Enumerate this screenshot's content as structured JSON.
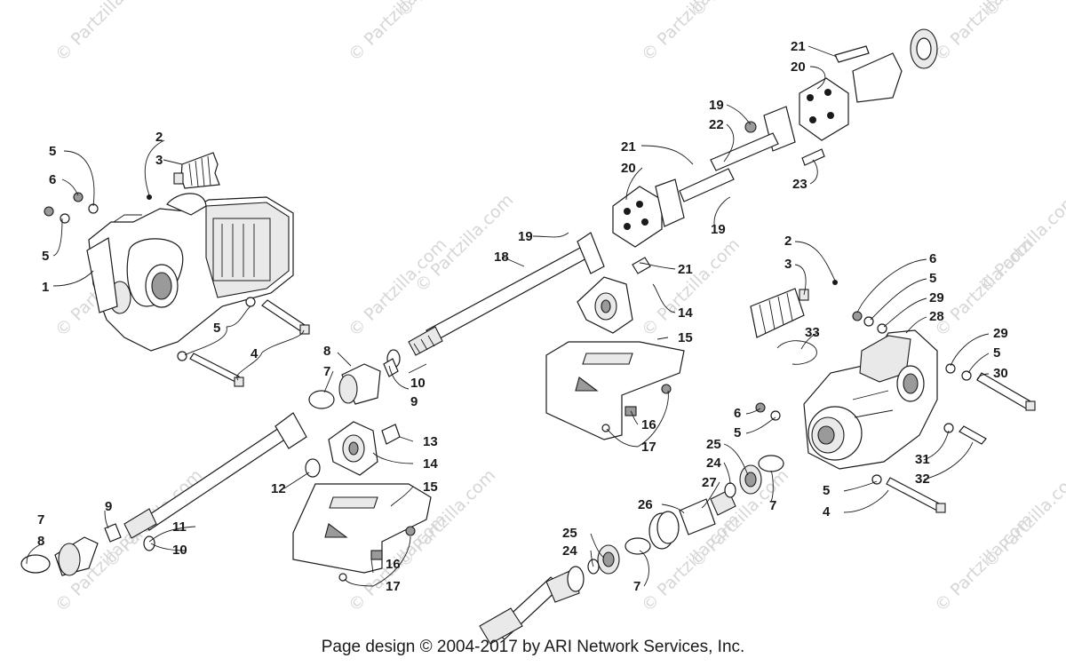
{
  "footer": "Page design © 2004-2017 by ARI Network Services, Inc.",
  "watermarks": [
    "© Partzilla.com",
    "© Partzilla.com",
    "© Partzilla.com",
    "© Partzilla.com",
    "© Partzilla.com",
    "© Partzilla.com",
    "© Partzilla.com",
    "© Partzilla.com",
    "© Partzilla.com",
    "© Partzilla.com",
    "© Partzilla.com",
    "© Partzilla.com",
    "© Partzilla.com",
    "© Partzilla.com",
    "© Partzilla.com",
    "© Partzilla.com",
    "© Partzilla.com",
    "© Partzilla.com",
    "© Partzilla.com",
    "© Partzilla.com",
    "© Partzilla.com",
    "© Partzilla.com"
  ],
  "callouts": [
    "5",
    "6",
    "5",
    "1",
    "2",
    "3",
    "5",
    "4",
    "8",
    "7",
    "9",
    "10",
    "18",
    "19",
    "21",
    "20",
    "14",
    "15",
    "16",
    "17",
    "19",
    "22",
    "21",
    "20",
    "23",
    "19",
    "21",
    "13",
    "14",
    "15",
    "12",
    "11",
    "10",
    "9",
    "7",
    "8",
    "16",
    "17",
    "2",
    "3",
    "6",
    "5",
    "29",
    "28",
    "33",
    "29",
    "5",
    "30",
    "6",
    "5",
    "31",
    "32",
    "5",
    "4",
    "25",
    "24",
    "27",
    "26",
    "7",
    "25",
    "24",
    "7"
  ]
}
